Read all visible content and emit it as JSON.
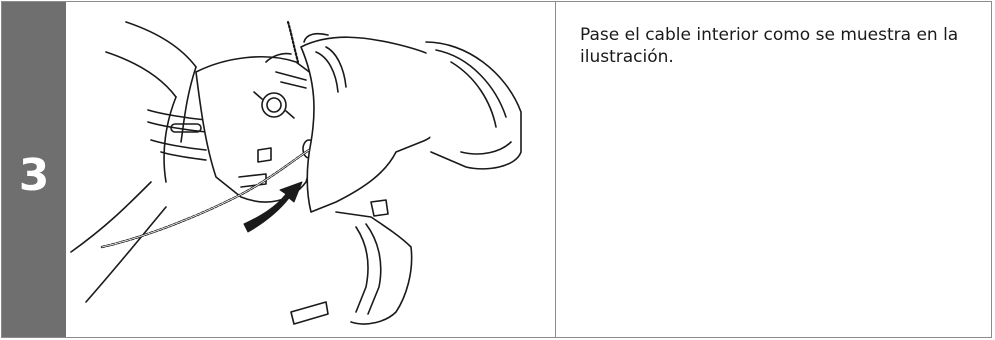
{
  "step": {
    "number": "3",
    "instruction": "Pase el cable interior como se muestra en la ilustración."
  },
  "colors": {
    "step_bar": "#6f6f6f",
    "border": "#8c8c8c"
  },
  "illustration": {
    "subject": "bicycle brake lever with inner cable routing and arrow",
    "icons": [
      "brake-lever-illustration",
      "inner-cable",
      "routing-arrow-icon"
    ]
  }
}
